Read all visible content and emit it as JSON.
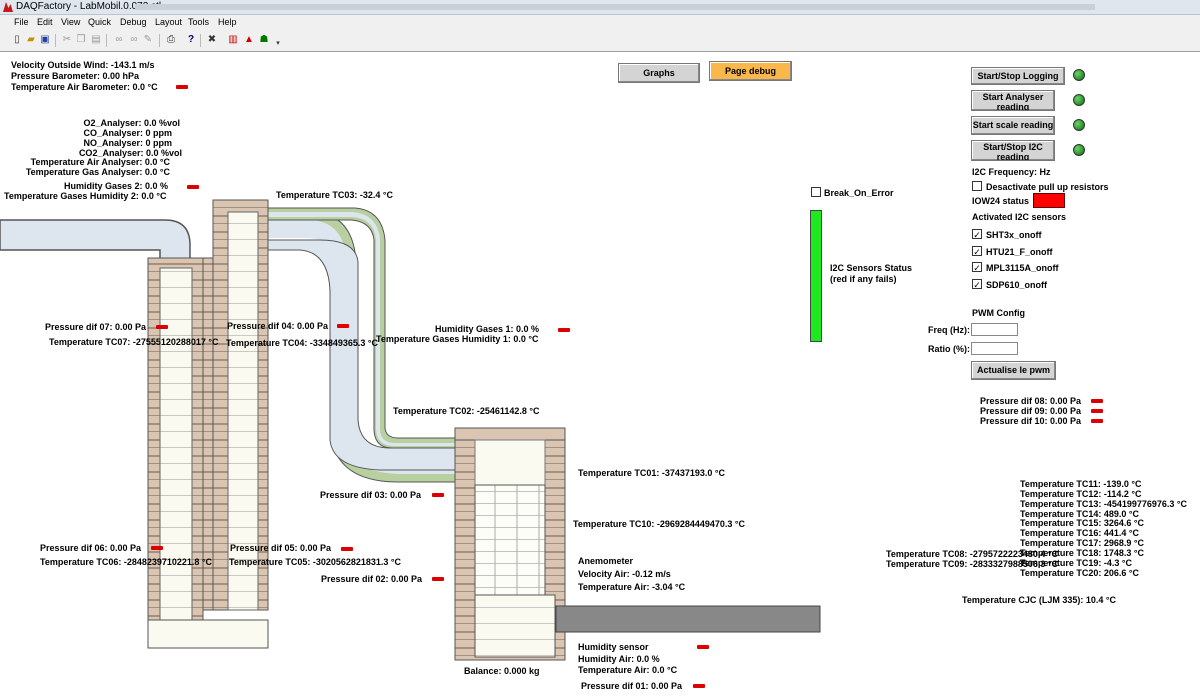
{
  "window": {
    "title": "DAQFactory - LabMobil.0.072.ctl"
  },
  "menu": [
    "File",
    "Edit",
    "View",
    "Quick",
    "Debug",
    "Layout",
    "Tools",
    "Help"
  ],
  "toolbar": {
    "icons": [
      "new-icon",
      "open-icon",
      "save-icon",
      "cut-icon",
      "copy-icon",
      "paste-icon",
      "link-icon",
      "unlink-icon",
      "brush-icon",
      "print-icon",
      "help-icon",
      "tools-icon",
      "chart-icon",
      "bag-icon",
      "network-icon"
    ],
    "help_glyph": "?"
  },
  "header": {
    "velocity": "Velocity Outside Wind: -143.1 m/s",
    "pressure_baro": "Pressure Barometer: 0.00 hPa",
    "temp_air_baro": "Temperature Air Barometer: 0.0 °C"
  },
  "analyser": {
    "o2": "O2_Analyser: 0.0 %vol",
    "co": "CO_Analyser: 0 ppm",
    "no": "NO_Analyser: 0 ppm",
    "co2": "CO2_Analyser: 0.0 %vol",
    "temp_air": "Temperature Air Analyser: 0.0 °C",
    "temp_gas": "Temperature Gas Analyser: 0.0 °C",
    "humidity2": "Humidity Gases 2: 0.0 %",
    "temp_humidity2": "Temperature Gases Humidity 2: 0.0 °C"
  },
  "nav": {
    "graphs": "Graphs",
    "page_debug": "Page debug"
  },
  "process": {
    "tc03": "Temperature TC03: -32.4 °C",
    "pdif07": "Pressure dif 07: 0.00 Pa",
    "tc07": "Temperature TC07: -27555120288017 °C",
    "pdif04": "Pressure dif 04: 0.00 Pa",
    "tc04": "Temperature TC04: -334849365.3 °C",
    "humidity1": "Humidity Gases 1: 0.0 %",
    "temp_humidity1": "Temperature Gases Humidity 1: 0.0 °C",
    "tc02": "Temperature TC02: -25461142.8 °C",
    "tc01": "Temperature TC01: -37437193.0 °C",
    "pdif03": "Pressure dif 03: 0.00 Pa",
    "tc10": "Temperature TC10: -2969284449470.3 °C",
    "pdif06": "Pressure dif 06: 0.00 Pa",
    "tc06": "Temperature TC06: -2848239710221.8 °C",
    "pdif05": "Pressure dif 05: 0.00 Pa",
    "tc05": "Temperature TC05: -3020562821831.3 °C",
    "pdif02": "Pressure dif 02: 0.00 Pa",
    "anemometer": "Anemometer",
    "velocity_air": "Velocity Air: -0.12 m/s",
    "temp_air": "Temperature Air: -3.04 °C",
    "humidity_sensor": "Humidity sensor",
    "humidity_air": "Humidity Air: 0.0 %",
    "humidity_temp_air": "Temperature Air: 0.0 °C",
    "balance": "Balance: 0.000 kg",
    "pdif01": "Pressure dif 01: 0.00 Pa"
  },
  "i2c_status": {
    "break_on_error": "Break_On_Error",
    "status_line1": "I2C Sensors Status",
    "status_line2": "(red if any fails)"
  },
  "controls": {
    "logging": "Start/Stop Logging",
    "analyser": "Start Analyser reading",
    "scale": "Start scale reading",
    "i2c": "Start/Stop I2C reading",
    "i2c_freq": "I2C Frequency:  Hz",
    "deactivate_pullup": "Desactivate pull up resistors",
    "iow24_status": "IOW24 status",
    "activated_sensors": "Activated I2C sensors",
    "sensors": [
      {
        "label": "SHT3x_onoff",
        "checked": "✓"
      },
      {
        "label": "HTU21_F_onoff",
        "checked": "✓"
      },
      {
        "label": "MPL3115A_onoff",
        "checked": "✓"
      },
      {
        "label": "SDP610_onoff",
        "checked": "✓"
      }
    ],
    "pwm_config": "PWM Config",
    "freq_label": "Freq (Hz):",
    "ratio_label": "Ratio (%):",
    "freq_value": "",
    "ratio_value": "",
    "actualise": "Actualise le pwm"
  },
  "pressures_right": [
    "Pressure dif 08: 0.00 Pa",
    "Pressure dif 09: 0.00 Pa",
    "Pressure dif 10: 0.00 Pa"
  ],
  "temps_right": [
    "Temperature TC11: -139.0 °C",
    "Temperature TC12: -114.2 °C",
    "Temperature TC13: -454199776976.3 °C",
    "Temperature TC14: 489.0 °C",
    "Temperature TC15: 3264.6 °C",
    "Temperature TC16: 441.4 °C",
    "Temperature TC17: 2968.9 °C",
    "Temperature TC18: 1748.3 °C",
    "Temperature TC19: -4.3 °C",
    "Temperature TC20: 206.6 °C"
  ],
  "tc08": "Temperature TC08: -2795722223480.4 °C",
  "tc09": "Temperature TC09: -2833327988506.3 °C",
  "cjc": "Temperature CJC (LJM 335): 10.4 °C",
  "colors": {
    "indicator_red": "#dd0000",
    "status_green": "#1ee81e",
    "duct_blue": "#dde6ee",
    "duct_green": "#b8d0a0",
    "brick": "#d9c5b2"
  }
}
